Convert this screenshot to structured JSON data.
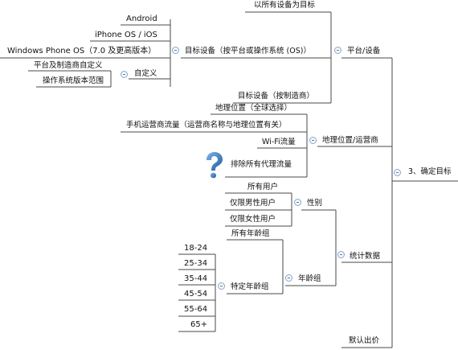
{
  "root": {
    "label": "3、确定目标"
  },
  "platform": {
    "label": "平台/设备",
    "all_devices": "以所有设备为目标",
    "target_os": {
      "label": "目标设备（按平台或操作系统 (OS)）",
      "items": [
        "Android",
        "iPhone OS / iOS",
        "Windows Phone OS（7.0 及更高版本）"
      ],
      "custom": {
        "label": "自定义",
        "items": [
          "平台及制造商自定义",
          "操作系统版本范围"
        ]
      }
    },
    "by_maker": "目标设备（按制造商）"
  },
  "geo": {
    "label": "地理位置/运营商",
    "items": [
      "地理位置（全球选择）",
      "手机运营商流量（运营商名称与地理位置有关）",
      "Wi-Fi流量",
      "排除所有代理流量"
    ],
    "icon": "question-icon"
  },
  "stats": {
    "label": "统计数据",
    "gender": {
      "label": "性别",
      "items": [
        "所有用户",
        "仅限男性用户",
        "仅限女性用户"
      ]
    },
    "age": {
      "label": "年龄组",
      "all": "所有年龄组",
      "specific": {
        "label": "特定年龄组",
        "items": [
          "18-24",
          "25-34",
          "35-44",
          "45-54",
          "55-64",
          "65+"
        ]
      }
    }
  },
  "default_bid": "默认出价",
  "colors": {
    "line": "#4a4a4a",
    "toggle_border": "#8aa6c9",
    "icon": "#2f6fb0"
  }
}
